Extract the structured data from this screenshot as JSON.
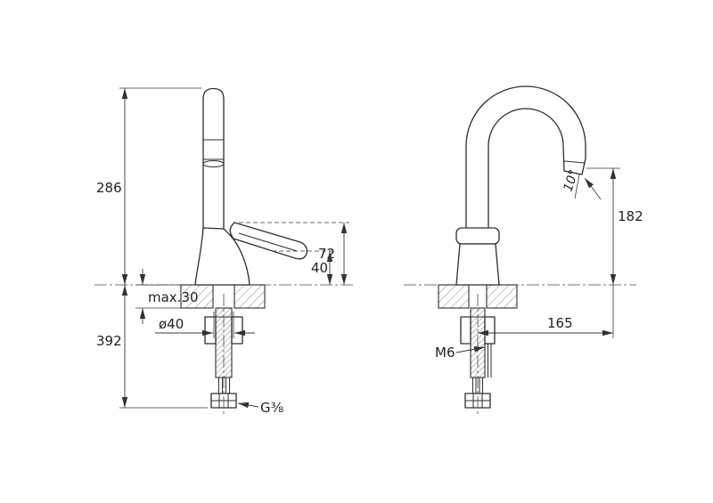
{
  "front_view": {
    "dim_height": "286",
    "dim_handle_height": "72",
    "dim_body_height": "40",
    "dim_deck_thickness": "max.30",
    "dim_base_diameter": "ø40",
    "dim_under_deck": "392",
    "dim_hose_thread": "G⅜"
  },
  "side_view": {
    "dim_outlet_angle": "10°",
    "dim_outlet_height": "182",
    "dim_reach": "165",
    "dim_stud_thread": "M6"
  }
}
